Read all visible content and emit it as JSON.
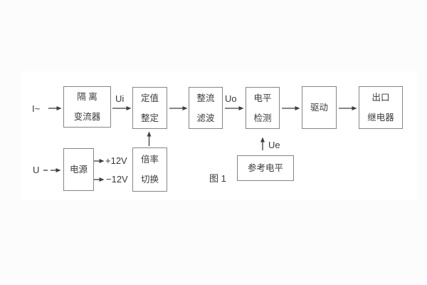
{
  "figure": {
    "caption": "图 1",
    "inputs": {
      "current": "I~",
      "voltage": "U"
    },
    "signals": {
      "ui": "Ui",
      "uo": "Uo",
      "ue": "Ue",
      "plus12": "+12V",
      "minus12": "−12V"
    },
    "blocks": {
      "isolation": {
        "line1": "隔 离",
        "line2": "变流器"
      },
      "setting": {
        "line1": "定值",
        "line2": "整定"
      },
      "rectify": {
        "line1": "整流",
        "line2": "滤波"
      },
      "level": {
        "line1": "电平",
        "line2": "检测"
      },
      "drive": {
        "label": "驱动"
      },
      "relay": {
        "line1": "出口",
        "line2": "继电器"
      },
      "power": {
        "label": "电源"
      },
      "ratio": {
        "line1": "倍率",
        "line2": "切换"
      },
      "reference": {
        "label": "参考电平"
      }
    },
    "colors": {
      "line": "#3f3f3f",
      "border": "#858585",
      "text": "#3a3a3a",
      "paper": "#ffffff",
      "background": "#fcfcfc"
    }
  }
}
